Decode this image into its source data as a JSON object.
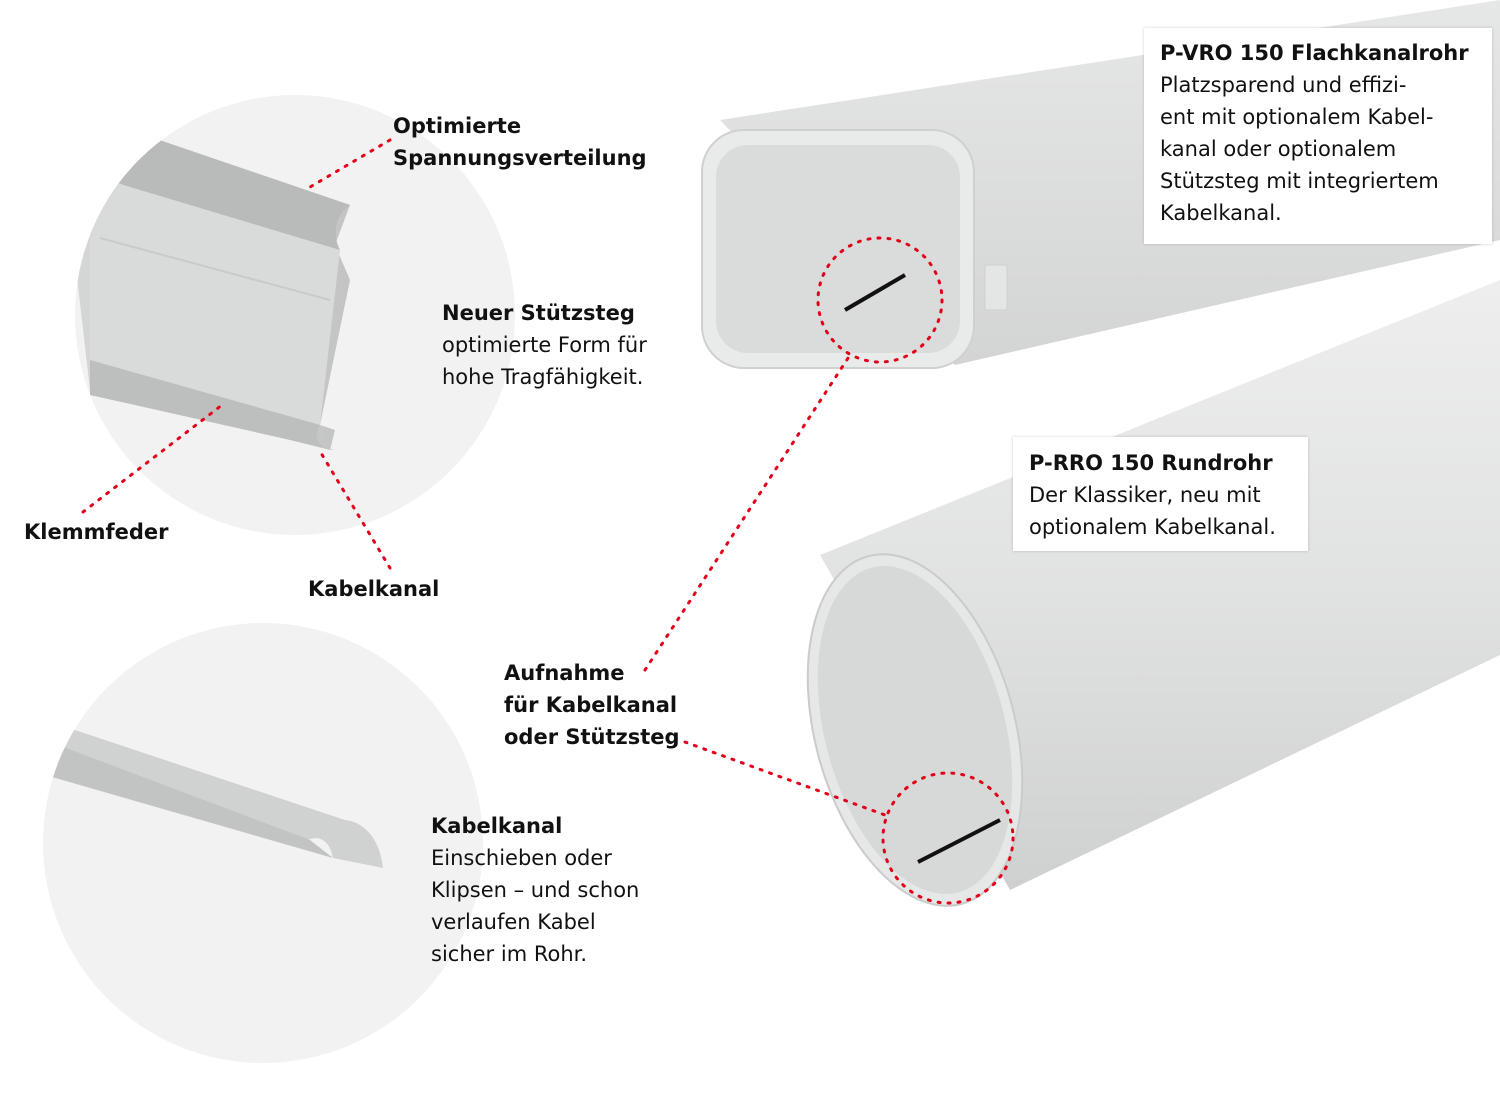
{
  "colors": {
    "accent": "#e2001a",
    "pipe": "#dcdddd",
    "circle": "#f2f2f2"
  },
  "labels": {
    "optimierte": [
      "Optimierte",
      "Spannungsverteilung"
    ],
    "stuetzsteg_title": "Neuer Stützsteg",
    "stuetzsteg_text": [
      "optimierte Form für",
      "hohe Tragfähigkeit."
    ],
    "klemmfeder": "Klemmfeder",
    "kabelkanal_short": "Kabelkanal",
    "aufnahme": [
      "Aufnahme",
      "für Kabelkanal",
      "oder Stützsteg"
    ],
    "kabelkanal_title": "Kabelkanal",
    "kabelkanal_text": [
      "Einschieben oder",
      "Klipsen – und schon",
      "verlaufen Kabel",
      "sicher im Rohr."
    ]
  },
  "products": {
    "vro": {
      "title": "P-VRO 150 Flachkanalrohr",
      "text": [
        "Platzsparend und effizi-",
        "ent mit optionalem Kabel-",
        "kanal oder optionalem",
        "Stützsteg mit integriertem",
        "Kabelkanal."
      ]
    },
    "rro": {
      "title": "P-RRO 150 Rundrohr",
      "text": [
        "Der Klassiker, neu mit",
        "optionalem Kabelkanal."
      ]
    }
  }
}
